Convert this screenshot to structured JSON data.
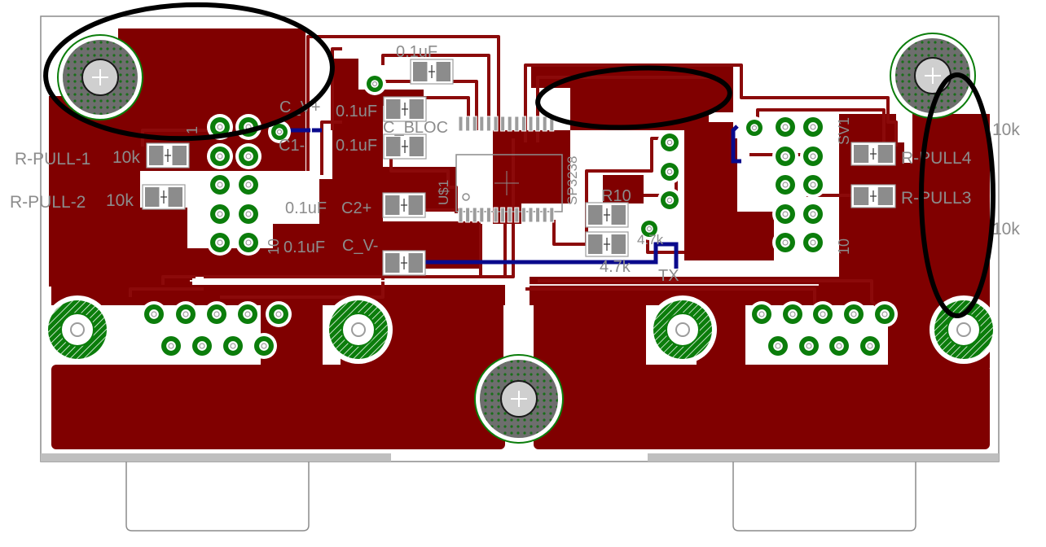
{
  "labels": {
    "cap_top": "0.1uF",
    "c_vplus": "C_V+",
    "c1_val": "0.1uF",
    "c_bloc": "C_BLOC",
    "c1minus": "C1-",
    "c1minus_val": "0.1uF",
    "rpull1": "R-PULL-1",
    "rpull1_val": "10k",
    "rpull2": "R-PULL-2",
    "rpull2_val": "10k",
    "c2plus_val": "0.1uF",
    "c2plus": "C2+",
    "cvminus_val": "0.1uF",
    "cvminus": "C_V-",
    "u1": "U$1",
    "sp3238": "SP3238",
    "r10": "R10",
    "r_4k7": "4.7k",
    "r_4k7b": "4.7k",
    "rpull4": "R-PULL4",
    "rpull3": "R-PULL3",
    "val_10k_a": "10k",
    "val_10k_b": "10k",
    "sv1": "SV1",
    "pin1_left": "1",
    "pin10_left": "10",
    "pin10_right": "10",
    "tx": "TX"
  },
  "colors": {
    "board_bg": "#ffffff",
    "copper": "#800000",
    "trace": "#8b0a0a",
    "bottom_trace": "#0a0a8c",
    "pad_green": "#0b7d0b",
    "silk": "#8c8c8c",
    "annotation": "#000000"
  }
}
